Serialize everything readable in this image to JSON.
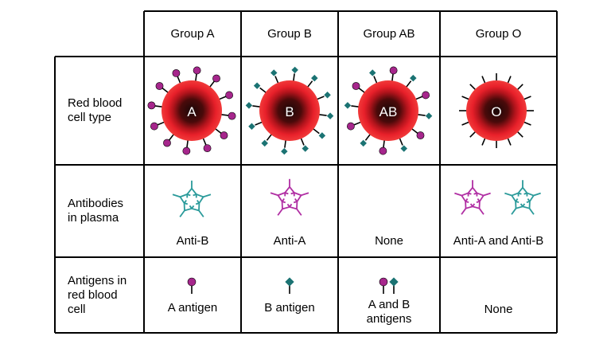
{
  "columns": {
    "a": "Group A",
    "b": "Group B",
    "ab": "Group AB",
    "o": "Group O"
  },
  "rows": {
    "cell_type": [
      "Red blood",
      "cell type"
    ],
    "antibodies": [
      "Antibodies",
      "in plasma"
    ],
    "antigens": [
      "Antigens in",
      "red blood",
      "cell"
    ]
  },
  "cells": {
    "a": {
      "letter": "A",
      "antibody": "Anti-B",
      "antigen": "A antigen"
    },
    "b": {
      "letter": "B",
      "antibody": "Anti-A",
      "antigen": "B antigen"
    },
    "ab": {
      "letter": "AB",
      "antibody": "None",
      "antigen": [
        "A and B",
        "antigens"
      ]
    },
    "o": {
      "letter": "O",
      "antibody": "Anti-A and Anti-B",
      "antigen": "None"
    }
  },
  "colors": {
    "antigen_a": "#a6268c",
    "antigen_b": "#1b7373",
    "antibody_anti_a": "#b02ea3",
    "antibody_anti_b": "#2a9a9a",
    "cell_outer": "#e8202a",
    "cell_inner": "#1a0808"
  },
  "icons": {
    "antigen_a": "circle-on-stalk",
    "antigen_b": "diamond-on-stalk",
    "antibody": "y-shaped-antibody"
  }
}
